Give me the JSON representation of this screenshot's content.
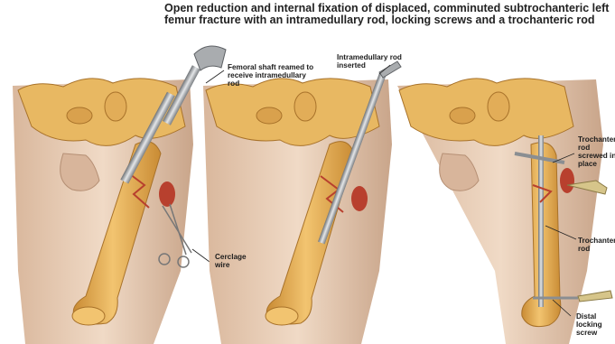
{
  "title": "Open reduction and internal fixation of displaced, comminuted subtrochanteric left femur fracture with an intramedullary rod, locking screws and a trochanteric rod",
  "panels": [
    {
      "labels": {
        "reamer": "Femoral shaft reamed to receive intramedullary rod",
        "cerclage": "Cerclage wire"
      }
    },
    {
      "labels": {
        "rod": "Intramedullary rod inserted"
      }
    },
    {
      "labels": {
        "troch_screwed": "Trochanteric rod screwed in place",
        "troch_rod": "Trochanteric rod",
        "distal": "Distal locking screw"
      }
    }
  ],
  "colors": {
    "skin": "#ead0b7",
    "skin_shadow": "#c9a58a",
    "bone": "#e9b35c",
    "bone_dark": "#c98b34",
    "metal": "#b9bcbf",
    "metal_dark": "#6f7377",
    "blood": "#b8402e"
  }
}
